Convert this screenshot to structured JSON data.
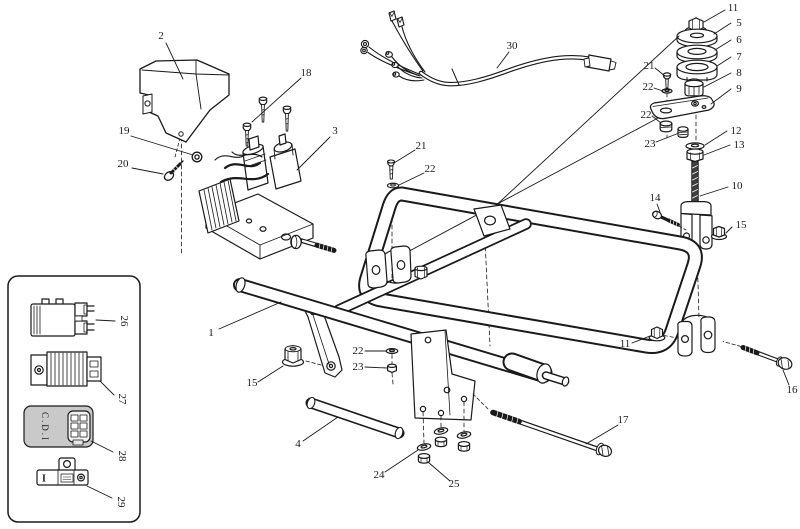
{
  "diagram": {
    "kind": "exploded-parts-diagram",
    "colors": {
      "background": "#ffffff",
      "line": "#1a1a1a",
      "cdi_fill": "#c9c9c9",
      "thread_fill": "#3f3f3f"
    },
    "texts": {
      "cdi": "C.D.I",
      "switch_mark": "I"
    },
    "callouts": [
      {
        "label": "1"
      },
      {
        "label": "2"
      },
      {
        "label": "3"
      },
      {
        "label": "4"
      },
      {
        "label": "5"
      },
      {
        "label": "6"
      },
      {
        "label": "7"
      },
      {
        "label": "8"
      },
      {
        "label": "9"
      },
      {
        "label": "10"
      },
      {
        "label": "11"
      },
      {
        "label": "11"
      },
      {
        "label": "12"
      },
      {
        "label": "13"
      },
      {
        "label": "14"
      },
      {
        "label": "15"
      },
      {
        "label": "15"
      },
      {
        "label": "16"
      },
      {
        "label": "17"
      },
      {
        "label": "18"
      },
      {
        "label": "19"
      },
      {
        "label": "20"
      },
      {
        "label": "21"
      },
      {
        "label": "21"
      },
      {
        "label": "22"
      },
      {
        "label": "22"
      },
      {
        "label": "22"
      },
      {
        "label": "22"
      },
      {
        "label": "23"
      },
      {
        "label": "23"
      },
      {
        "label": "24"
      },
      {
        "label": "25"
      },
      {
        "label": "26"
      },
      {
        "label": "27"
      },
      {
        "label": "28"
      },
      {
        "label": "29"
      },
      {
        "label": "30"
      }
    ]
  }
}
